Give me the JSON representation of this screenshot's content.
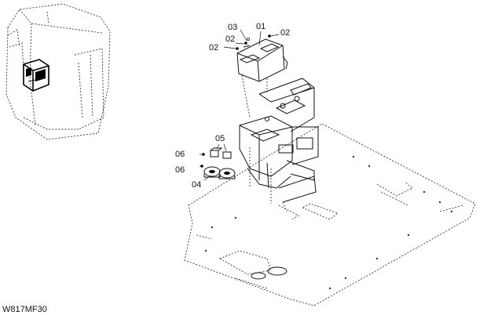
{
  "labels": {
    "p01": "01",
    "p02a": "02",
    "p02b": "02",
    "p02c": "02",
    "p03": "03",
    "p04": "04",
    "p05": "05",
    "p06a": "06",
    "p06b": "06"
  },
  "drawing_code": "W817MF30"
}
